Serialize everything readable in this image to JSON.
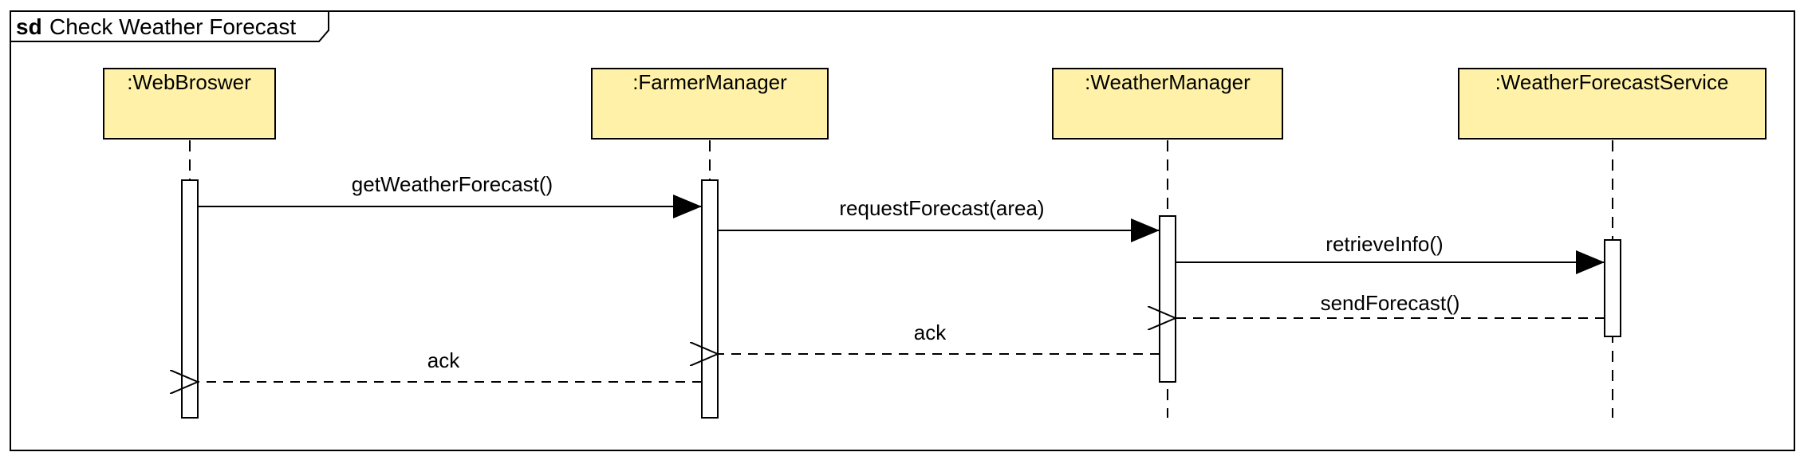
{
  "frame": {
    "keyword": "sd",
    "title": "Check Weather Forecast"
  },
  "colors": {
    "lifeline_head_fill": "#fff2a8",
    "stroke": "#000000",
    "background": "#ffffff"
  },
  "lifelines": [
    {
      "id": "wb",
      "label": ":WebBroswer"
    },
    {
      "id": "fm",
      "label": ":FarmerManager"
    },
    {
      "id": "wm",
      "label": ":WeatherManager"
    },
    {
      "id": "wfs",
      "label": ":WeatherForecastService"
    }
  ],
  "messages": [
    {
      "label": "getWeatherForecast()",
      "from": "wb",
      "to": "fm",
      "kind": "sync"
    },
    {
      "label": "requestForecast(area)",
      "from": "fm",
      "to": "wm",
      "kind": "sync"
    },
    {
      "label": "retrieveInfo()",
      "from": "wm",
      "to": "wfs",
      "kind": "sync"
    },
    {
      "label": "sendForecast()",
      "from": "wfs",
      "to": "wm",
      "kind": "reply"
    },
    {
      "label": "ack",
      "from": "wm",
      "to": "fm",
      "kind": "reply"
    },
    {
      "label": "ack",
      "from": "fm",
      "to": "wb",
      "kind": "reply"
    }
  ]
}
